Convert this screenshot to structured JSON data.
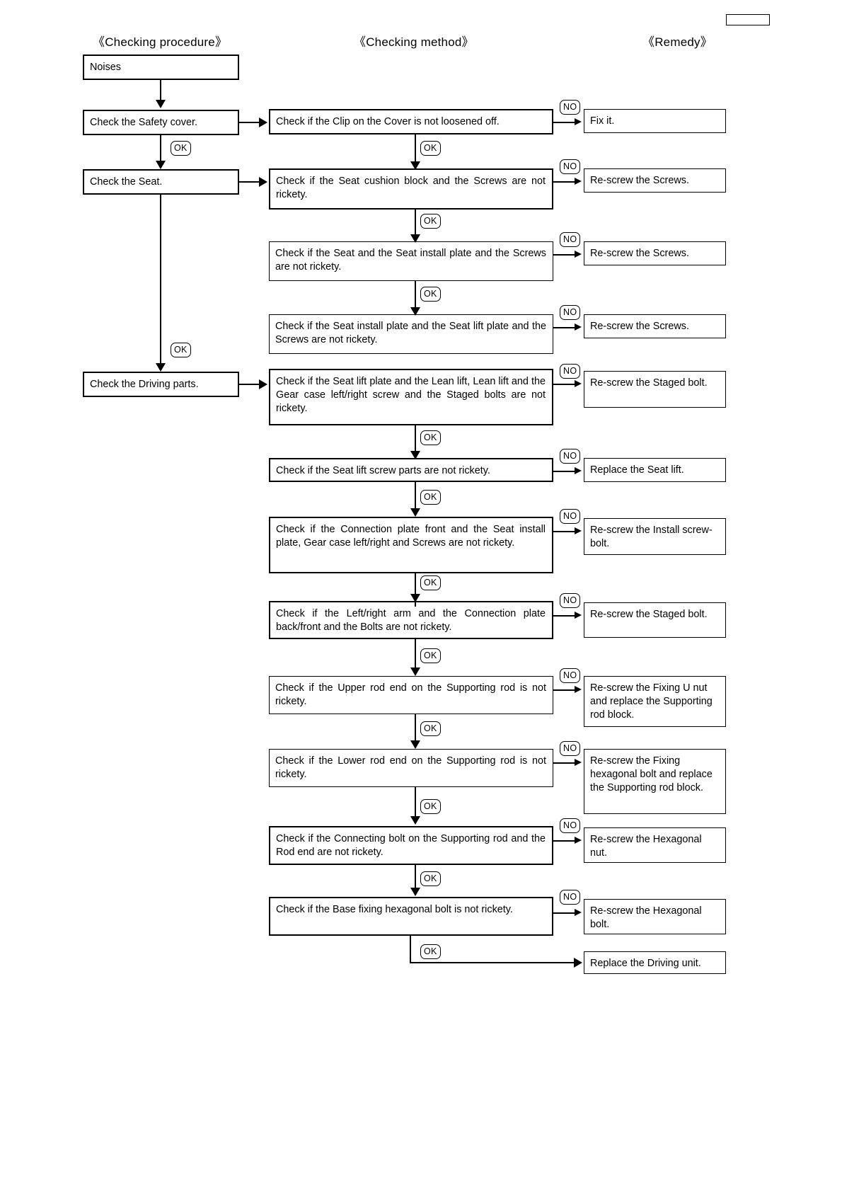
{
  "headers": {
    "procedure": "《Checking procedure》",
    "method": "《Checking method》",
    "remedy": "《Remedy》"
  },
  "labels": {
    "ok": "OK",
    "no": "NO"
  },
  "procedure_nodes": [
    {
      "id": "noises",
      "text": "Noises"
    },
    {
      "id": "safety-cover",
      "text": "Check the Safety cover."
    },
    {
      "id": "seat",
      "text": "Check the Seat."
    },
    {
      "id": "driving-parts",
      "text": "Check the Driving parts."
    }
  ],
  "method_nodes": [
    {
      "id": "m1",
      "text": "Check if the Clip on the Cover is not loosened off."
    },
    {
      "id": "m2",
      "text": "Check if the Seat cushion block and the Screws are not rickety."
    },
    {
      "id": "m3",
      "text": "Check if the Seat and the Seat install plate and the Screws are not rickety."
    },
    {
      "id": "m4",
      "text": "Check if the Seat install plate and the Seat lift plate and the Screws are not rickety."
    },
    {
      "id": "m5",
      "text": "Check if the Seat lift plate and the Lean lift, Lean lift and the Gear case left/right screw and the Staged bolts are not rickety."
    },
    {
      "id": "m6",
      "text": "Check if the Seat lift screw parts are not rickety."
    },
    {
      "id": "m7",
      "text": "Check if the Connection plate front and the Seat install plate, Gear case left/right and Screws are not rickety."
    },
    {
      "id": "m8",
      "text": "Check if the Left/right arm and the Connection plate back/front and the Bolts are not rickety."
    },
    {
      "id": "m9",
      "text": "Check if the Upper rod end on the Supporting rod is not rickety."
    },
    {
      "id": "m10",
      "text": "Check if the Lower rod end on the Supporting rod is not rickety."
    },
    {
      "id": "m11",
      "text": "Check if the Connecting bolt on the Supporting rod and the Rod end are not rickety."
    },
    {
      "id": "m12",
      "text": "Check if the Base fixing hexagonal bolt is not rickety."
    }
  ],
  "remedy_nodes": [
    {
      "id": "r1",
      "text": "Fix it."
    },
    {
      "id": "r2",
      "text": "Re-screw the Screws."
    },
    {
      "id": "r3",
      "text": "Re-screw the Screws."
    },
    {
      "id": "r4",
      "text": "Re-screw the Screws."
    },
    {
      "id": "r5",
      "text": "Re-screw the Staged bolt."
    },
    {
      "id": "r6",
      "text": "Replace the Seat lift."
    },
    {
      "id": "r7",
      "text": "Re-screw the Install screw-bolt."
    },
    {
      "id": "r8",
      "text": "Re-screw the Staged bolt."
    },
    {
      "id": "r9",
      "text": "Re-screw the Fixing U nut and replace the Supporting rod block."
    },
    {
      "id": "r10",
      "text": "Re-screw the Fixing hexagonal bolt and replace the Supporting rod block."
    },
    {
      "id": "r11",
      "text": "Re-screw the Hexagonal nut."
    },
    {
      "id": "r12",
      "text": "Re-screw the Hexagonal bolt."
    },
    {
      "id": "r13",
      "text": "Replace the Driving unit."
    }
  ]
}
